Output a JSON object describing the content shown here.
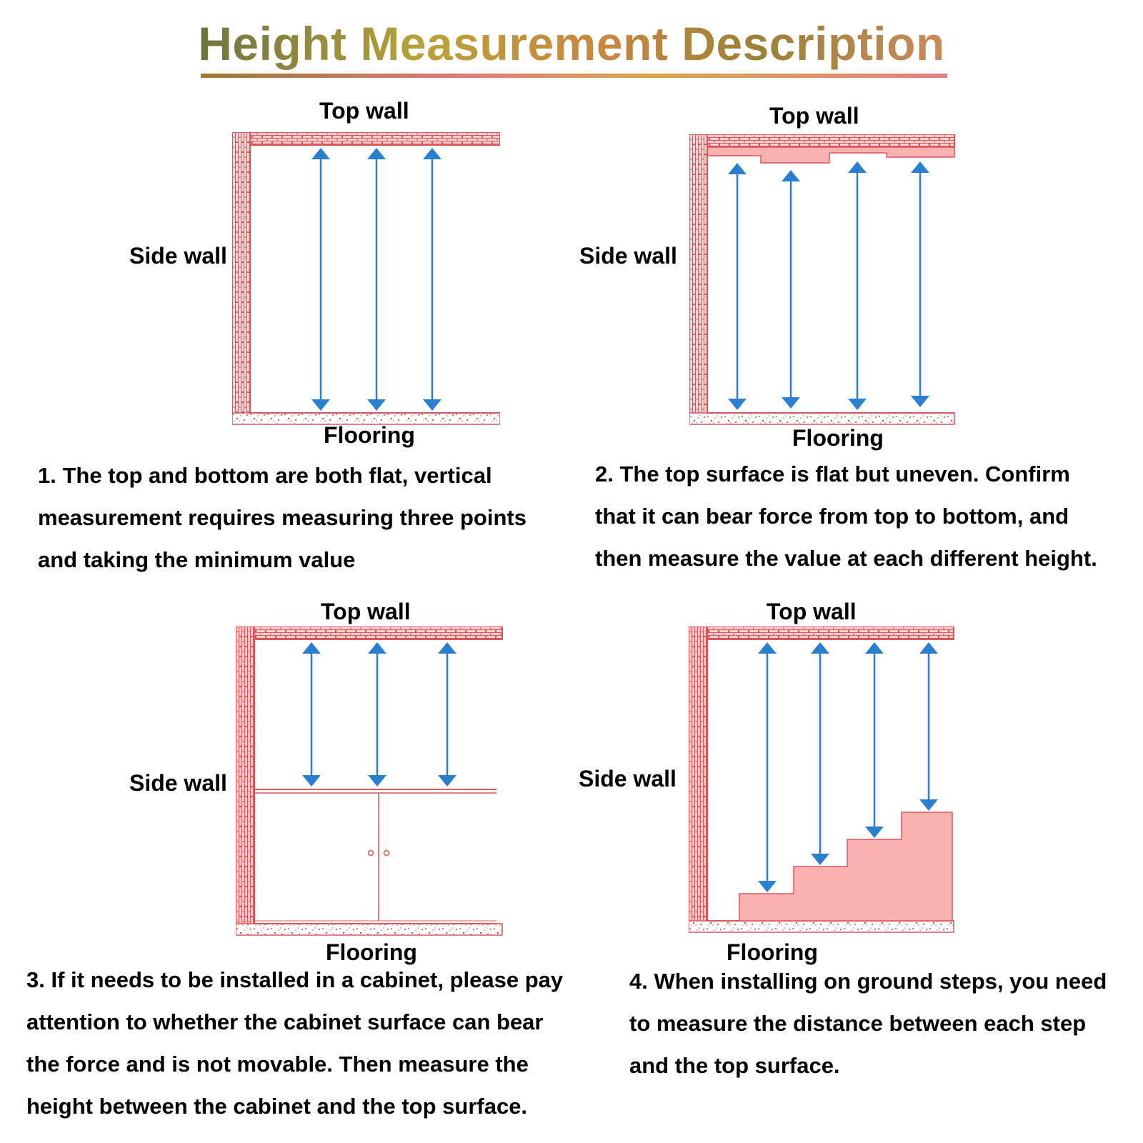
{
  "title": "Height Measurement Description",
  "labels": {
    "top_wall": "Top wall",
    "side_wall": "Side wall",
    "flooring": "Flooring"
  },
  "colors": {
    "wall": "#d9575a",
    "wall_fill": "#f6c7c7",
    "arrow": "#2a7fcf",
    "step_fill": "#f9b1b1"
  },
  "panels": [
    {
      "id": "flat-top-and-bottom",
      "caption_lines": [
        "1. The top and bottom are both flat, vertical",
        "measurement requires measuring three points",
        "and taking the minimum value"
      ]
    },
    {
      "id": "uneven-top",
      "caption_lines": [
        "2. The top surface is flat but uneven. Confirm",
        "that it can bear force from top to bottom, and",
        "then measure the value at each different height."
      ]
    },
    {
      "id": "cabinet",
      "caption_lines": [
        "3. If it needs to be installed in a cabinet, please pay",
        "attention to whether the cabinet surface can bear",
        "the force and is not movable. Then measure the",
        "height between the cabinet and the top surface."
      ]
    },
    {
      "id": "ground-steps",
      "caption_lines": [
        "4. When installing on ground steps, you need",
        "to measure the distance between each step",
        "and the top surface."
      ]
    }
  ]
}
